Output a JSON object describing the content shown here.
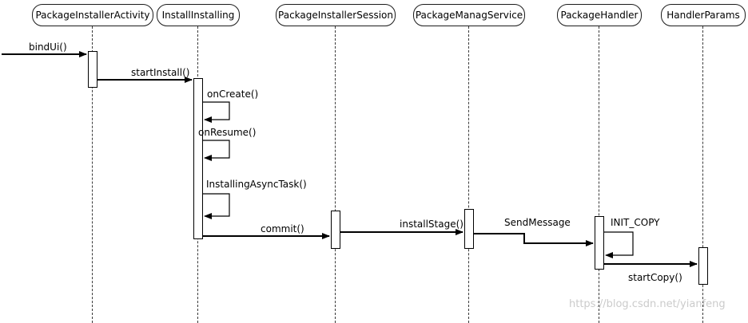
{
  "diagram": {
    "type": "sequence-diagram",
    "actors": [
      {
        "name": "PackageInstallerActivity"
      },
      {
        "name": "InstallInstalling"
      },
      {
        "name": "PackageInstallerSession"
      },
      {
        "name": "PackageManagService"
      },
      {
        "name": "PackageHandler"
      },
      {
        "name": "HandlerParams"
      }
    ],
    "messages": [
      {
        "label": "bindUi()",
        "from": "external",
        "to": "PackageInstallerActivity",
        "type": "call"
      },
      {
        "label": "startInstall()",
        "from": "PackageInstallerActivity",
        "to": "InstallInstalling",
        "type": "call"
      },
      {
        "label": "onCreate()",
        "from": "InstallInstalling",
        "to": "InstallInstalling",
        "type": "self"
      },
      {
        "label": "onResume()",
        "from": "InstallInstalling",
        "to": "InstallInstalling",
        "type": "self"
      },
      {
        "label": "InstallingAsyncTask()",
        "from": "InstallInstalling",
        "to": "InstallInstalling",
        "type": "self"
      },
      {
        "label": "commit()",
        "from": "InstallInstalling",
        "to": "PackageInstallerSession",
        "type": "call"
      },
      {
        "label": "installStage()",
        "from": "PackageInstallerSession",
        "to": "PackageManagService",
        "type": "call"
      },
      {
        "label": "SendMessage",
        "from": "PackageManagService",
        "to": "PackageHandler",
        "type": "call"
      },
      {
        "label": "INIT_COPY",
        "from": "PackageHandler",
        "to": "PackageHandler",
        "type": "self"
      },
      {
        "label": "startCopy()",
        "from": "PackageHandler",
        "to": "HandlerParams",
        "type": "call"
      }
    ],
    "watermark": "https://blog.csdn.net/yianfeng",
    "colors": {
      "line": "#000000",
      "background": "#ffffff",
      "watermark": "#cbcbcb"
    }
  }
}
